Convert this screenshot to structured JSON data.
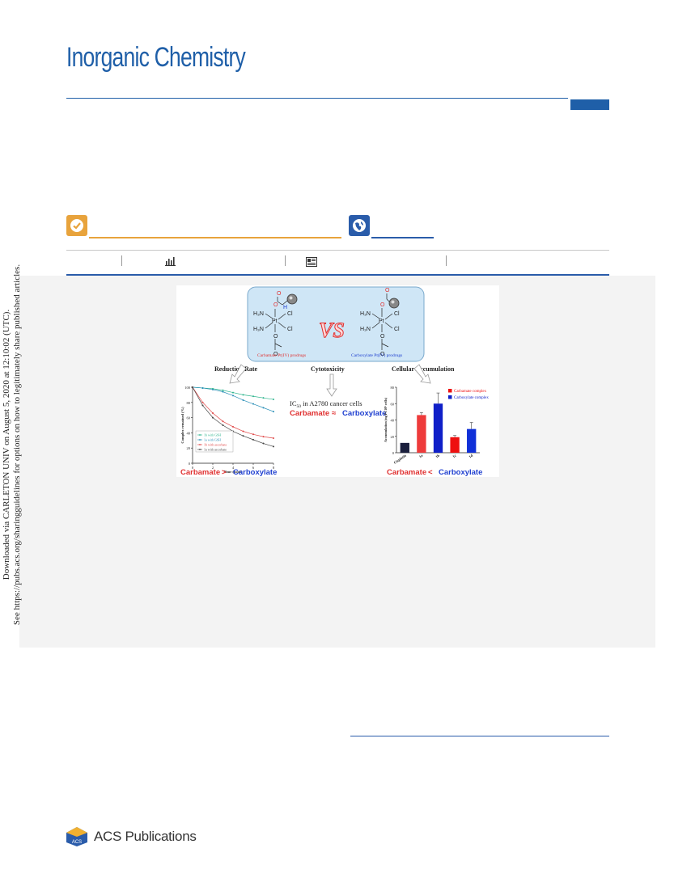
{
  "journal": {
    "title": "Inorganic Chemistry"
  },
  "sidebar": {
    "line1": "Downloaded via CARLETON UNIV on August 5, 2020 at 12:10:02 (UTC).",
    "line2": "See https://pubs.acs.org/sharingguidelines for options on how to legitimately share published articles."
  },
  "icons": {
    "check": "check-circle-icon",
    "globe": "globe-icon",
    "metrics": "bar-chart-icon",
    "recommended": "article-icon"
  },
  "figure": {
    "molecules": {
      "carbamate_caption": "Carbamate Pt(IV) prodrugs",
      "carboxylate_caption": "Carboxylate Pt(IV) prodrugs",
      "vs": "VS",
      "atoms": {
        "h3n": "H₃N",
        "cl": "Cl",
        "pt": "Pt",
        "o": "O",
        "h": "H"
      }
    },
    "sections": {
      "reduction": "Reduction Rate",
      "cytotoxicity": "Cytotoxicity",
      "accumulation": "Cellular Accumulation"
    },
    "cytotoxicity": {
      "ic50_prefix": "IC",
      "ic50_sub": "50",
      "ic50_rest": " in A2780 cancer cells",
      "left": "Carbamate",
      "symbol": "≈",
      "right": "Carboxylate"
    },
    "reduction_result": {
      "left": "Carbamate",
      "symbol": ">",
      "right": "Carboxylate"
    },
    "accumulation_result": {
      "left": "Carbamate",
      "symbol": "<",
      "right": "Carboxylate"
    }
  },
  "chart_data": [
    {
      "type": "line",
      "title": "",
      "xlabel": "Time (hour)",
      "ylabel": "Complex remained (%)",
      "xlim": [
        0,
        8
      ],
      "ylim": [
        0,
        100
      ],
      "xticks": [
        0,
        2,
        4,
        6,
        8
      ],
      "yticks": [
        0,
        20,
        40,
        60,
        80,
        100
      ],
      "x": [
        0,
        1,
        2,
        3,
        4,
        5,
        6,
        7,
        8
      ],
      "legend_position": "bottom-left",
      "series": [
        {
          "name": "1b with GSH",
          "color": "#2fb58e",
          "values": [
            100,
            99,
            98,
            96,
            93,
            90,
            88,
            86,
            84
          ]
        },
        {
          "name": "1a with GSH",
          "color": "#2a8fb8",
          "values": [
            100,
            99,
            97,
            94,
            89,
            83,
            78,
            73,
            68
          ]
        },
        {
          "name": "1b with ascorbate",
          "color": "#e04848",
          "values": [
            100,
            80,
            66,
            55,
            48,
            42,
            38,
            35,
            33
          ]
        },
        {
          "name": "1a with ascorbate",
          "color": "#444444",
          "values": [
            100,
            76,
            60,
            50,
            42,
            36,
            31,
            26,
            22
          ]
        }
      ]
    },
    {
      "type": "bar",
      "title": "",
      "xlabel": "",
      "ylabel": "Accumulation (ng Pt/10⁶ cells)",
      "ylim": [
        0,
        80
      ],
      "yticks": [
        0,
        20,
        40,
        60,
        80
      ],
      "categories": [
        "Cisplatin",
        "1a",
        "1b",
        "1c",
        "1d"
      ],
      "values": [
        12,
        46,
        60,
        19,
        29
      ],
      "errors": [
        0,
        3,
        13,
        2,
        8
      ],
      "colors": [
        "#1a1f3d",
        "#ee3b3b",
        "#1020c8",
        "#ee1010",
        "#1030d8"
      ],
      "legend": [
        {
          "name": "Carbamate complex",
          "color": "#ee1010"
        },
        {
          "name": "Carboxylate complex",
          "color": "#1020c8"
        }
      ],
      "legend_position": "top-right"
    }
  ],
  "footer": {
    "publisher": "ACS Publications"
  }
}
